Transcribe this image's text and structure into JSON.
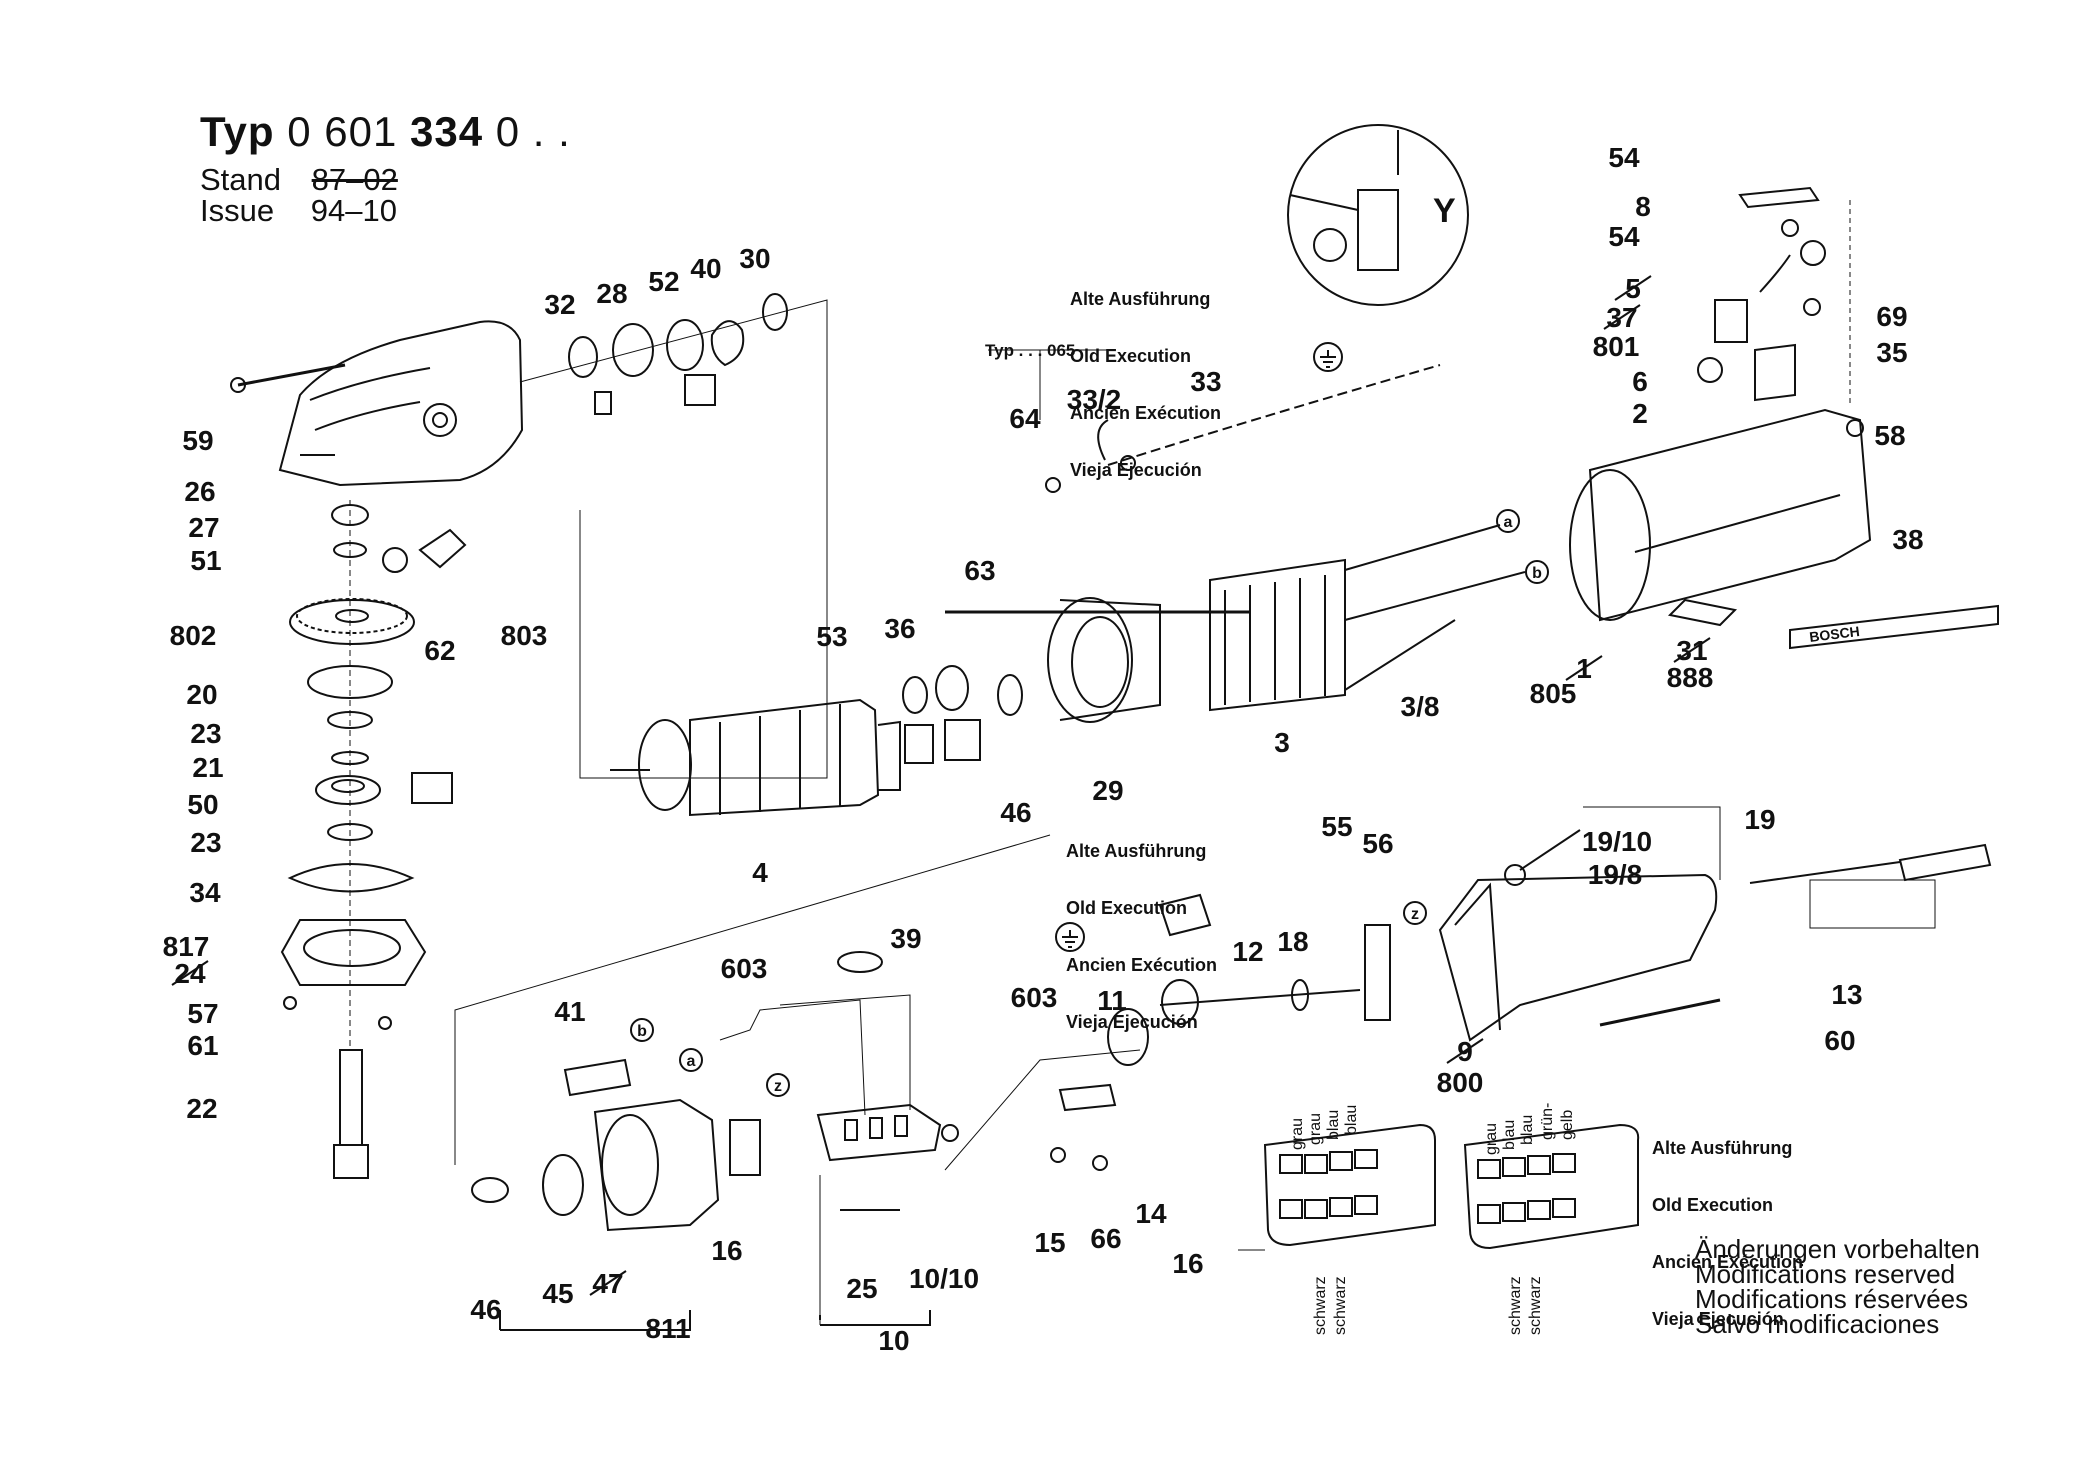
{
  "header": {
    "typ_label": "Typ",
    "typ_code_a": "0 601",
    "typ_code_b": "334",
    "typ_code_c": "0 . .",
    "stand_label": "Stand",
    "stand_value": "87–02",
    "issue_label": "Issue",
    "issue_value": "94–10"
  },
  "old_execution_note": [
    "Alte Ausführung",
    "Old Execution",
    "Ancien Exécution",
    "Vieja Ejecución"
  ],
  "typ_variant": "Typ . . . 065",
  "detail_mark": "Y",
  "modifications": [
    "Änderungen vorbehalten",
    "Modifications reserved",
    "Modifications réservées",
    "Salvo modificaciones"
  ],
  "brand_plate": "BOSCH",
  "wire_colors": {
    "left_top": [
      "grau",
      "grau",
      "blau",
      "blau"
    ],
    "left_bottom": [
      "schwarz",
      "schwarz"
    ],
    "right_top": [
      "grau",
      "blau",
      "blau",
      "grün-",
      "gelb"
    ],
    "right_bottom": [
      "schwarz",
      "schwarz"
    ]
  },
  "part_numbers": [
    "59",
    "26",
    "27",
    "51",
    "62",
    "803",
    "802",
    "20",
    "23",
    "21",
    "50",
    "23",
    "34",
    "817",
    "24",
    "57",
    "61",
    "22",
    "32",
    "28",
    "52",
    "40",
    "30",
    "63",
    "53",
    "36",
    "4",
    "46",
    "29",
    "3",
    "3/8",
    "64",
    "33/2",
    "33",
    "a",
    "b",
    "1",
    "805",
    "31",
    "888",
    "38",
    "54",
    "8",
    "54",
    "5",
    "37",
    "801",
    "6",
    "2",
    "69",
    "35",
    "58",
    "Y",
    "19",
    "19/10",
    "19/8",
    "55",
    "56",
    "z",
    "18",
    "12",
    "11",
    "603",
    "14",
    "15",
    "66",
    "10/10",
    "25",
    "10",
    "39",
    "603",
    "41",
    "b",
    "a",
    "z",
    "16",
    "46",
    "45",
    "47",
    "811",
    "9",
    "800",
    "60",
    "13",
    "16"
  ]
}
